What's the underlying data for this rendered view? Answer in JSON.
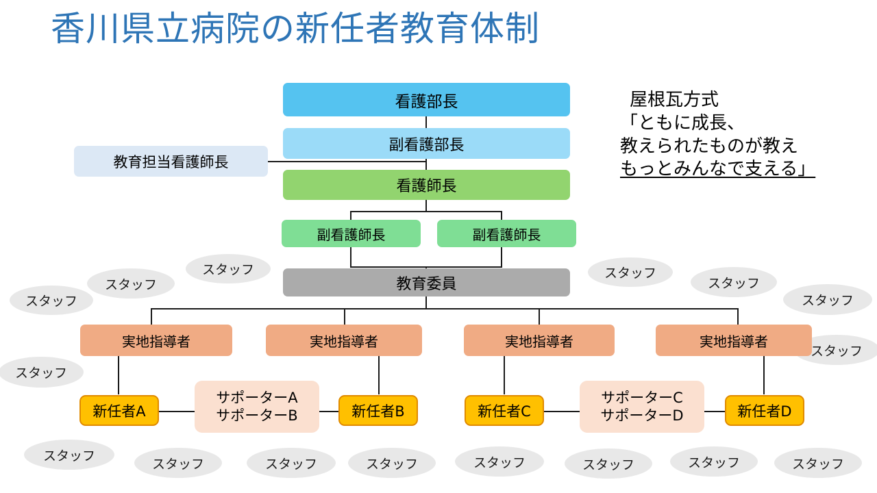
{
  "slide": {
    "title": "香川県立病院の新任者教育体制",
    "title_color": "#2E75B6",
    "background": "#ffffff"
  },
  "annotation": {
    "line1": "屋根瓦方式",
    "line2": "「ともに成長、",
    "line3": "教えられたものが教え",
    "line4": "もっとみんなで支える」"
  },
  "hierarchy": {
    "director": {
      "label": "看護部長",
      "color": "#55C3F0"
    },
    "deputy_director": {
      "label": "副看護部長",
      "color": "#9BDBF8"
    },
    "education_manager": {
      "label": "教育担当看護師長",
      "color": "#DCE8F5"
    },
    "head_nurse": {
      "label": "看護師長",
      "color": "#92D46F"
    },
    "assistant_head_nurses": [
      {
        "label": "副看護師長",
        "color": "#7FDE95"
      },
      {
        "label": "副看護師長",
        "color": "#7FDE95"
      }
    ],
    "education_committee": {
      "label": "教育委員",
      "color": "#ABABAB"
    },
    "instructors": [
      {
        "label": "実地指導者",
        "color": "#F0AB84"
      },
      {
        "label": "実地指導者",
        "color": "#F0AB84"
      },
      {
        "label": "実地指導者",
        "color": "#F0AB84"
      },
      {
        "label": "実地指導者",
        "color": "#F0AB84"
      }
    ],
    "newcomers": [
      {
        "label": "新任者A",
        "color": "#FFC000"
      },
      {
        "label": "新任者B",
        "color": "#FFC000"
      },
      {
        "label": "新任者C",
        "color": "#FFC000"
      },
      {
        "label": "新任者D",
        "color": "#FFC000"
      }
    ],
    "supporter_groups": [
      {
        "line1": "サポーターA",
        "line2": "サポーターB",
        "color": "#FBE0D0"
      },
      {
        "line1": "サポーターC",
        "line2": "サポーターD",
        "color": "#FBE0D0"
      }
    ]
  },
  "staff": {
    "label": "スタッフ",
    "color": "#E8E8E8",
    "items": [
      {
        "label": "スタッフ"
      },
      {
        "label": "スタッフ"
      },
      {
        "label": "スタッフ"
      },
      {
        "label": "スタッフ"
      },
      {
        "label": "スタッフ"
      },
      {
        "label": "スタッフ"
      },
      {
        "label": "スタッフ"
      },
      {
        "label": "スタッフ"
      },
      {
        "label": "スタッフ"
      },
      {
        "label": "スタッフ"
      },
      {
        "label": "スタッフ"
      },
      {
        "label": "スタッフ"
      },
      {
        "label": "スタッフ"
      },
      {
        "label": "スタッフ"
      },
      {
        "label": "スタッフ"
      },
      {
        "label": "スタッフ"
      }
    ]
  }
}
